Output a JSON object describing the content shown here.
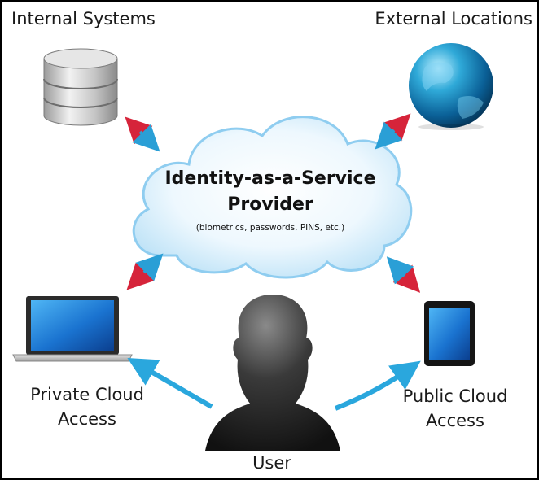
{
  "labels": {
    "internal_systems": "Internal Systems",
    "external_locations": "External Locations",
    "private_cloud_line1": "Private Cloud",
    "private_cloud_line2": "Access",
    "public_cloud_line1": "Public Cloud",
    "public_cloud_line2": "Access",
    "user": "User"
  },
  "cloud": {
    "title_line1": "Identity-as-a-Service",
    "title_line2": "Provider",
    "subtitle": "(biometrics, passwords, PINS, etc.)"
  },
  "icons": {
    "database": "database-icon",
    "globe": "globe-icon",
    "laptop": "laptop-icon",
    "tablet": "tablet-icon",
    "user": "user-silhouette-icon",
    "cloud": "cloud-icon"
  },
  "colors": {
    "arrow_red": "#d6243a",
    "arrow_blue": "#2a9fd6",
    "cloud_light": "#eaf6fd",
    "cloud_edge": "#8fcdf0",
    "border": "#000000"
  }
}
